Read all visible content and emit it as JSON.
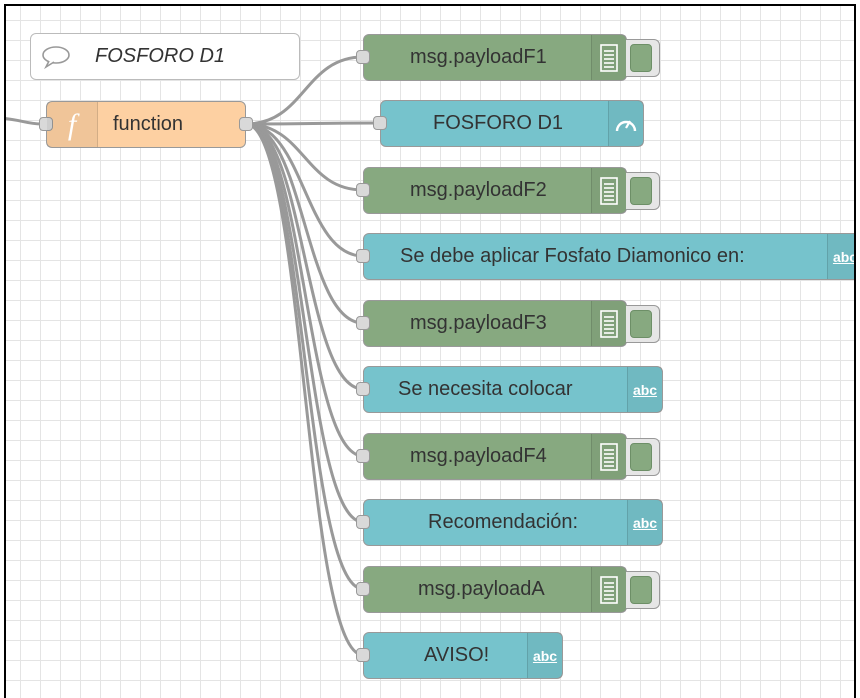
{
  "flow": {
    "comment": {
      "label": "FOSFORO D1",
      "icon": "comment-bubble-icon"
    },
    "function_node": {
      "label": "function",
      "icon": "function-icon"
    },
    "outputs": [
      {
        "type": "debug",
        "label": "msg.payloadF1",
        "icon": "debug-list-icon"
      },
      {
        "type": "gauge",
        "label": "FOSFORO D1",
        "icon": "gauge-icon"
      },
      {
        "type": "debug",
        "label": "msg.payloadF2",
        "icon": "debug-list-icon"
      },
      {
        "type": "text",
        "label": "Se debe aplicar Fosfato Diamonico en:",
        "icon": "abc"
      },
      {
        "type": "debug",
        "label": "msg.payloadF3",
        "icon": "debug-list-icon"
      },
      {
        "type": "text",
        "label": "Se necesita colocar",
        "icon": "abc"
      },
      {
        "type": "debug",
        "label": "msg.payloadF4",
        "icon": "debug-list-icon"
      },
      {
        "type": "text",
        "label": "Recomendación:",
        "icon": "abc"
      },
      {
        "type": "debug",
        "label": "msg.payloadA",
        "icon": "debug-list-icon"
      },
      {
        "type": "text",
        "label": "AVISO!",
        "icon": "abc"
      }
    ]
  },
  "colors": {
    "debug_node": "#87a980",
    "ui_node": "#76c3cc",
    "function_node": "#fdd0a2",
    "wire": "#999999"
  }
}
